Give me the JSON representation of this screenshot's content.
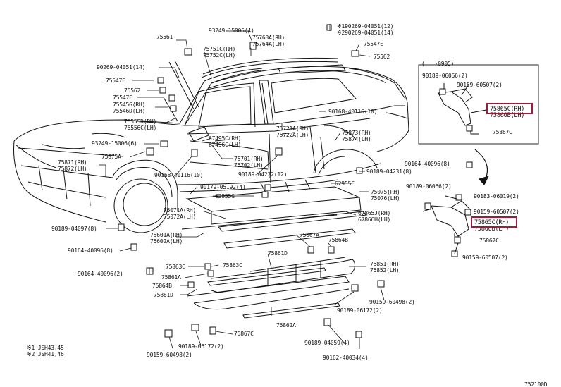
{
  "diagram": {
    "highlight_color": "#9b1b3a",
    "labels": [
      {
        "id": "l1",
        "text": "75561"
      },
      {
        "id": "l2",
        "text": "93249-15006(4)"
      },
      {
        "id": "l3",
        "text": "75763A(RH)\n75764A(LH)"
      },
      {
        "id": "l4",
        "text": "※190269-04051(12)\n※290269-04051(14)"
      },
      {
        "id": "l5",
        "text": "75547E"
      },
      {
        "id": "l6",
        "text": "75562"
      },
      {
        "id": "l7",
        "text": "75751C(RH)\n75752C(LH)"
      },
      {
        "id": "l8",
        "text": "90269-04051(14)"
      },
      {
        "id": "l9",
        "text": "75547E"
      },
      {
        "id": "l10",
        "text": "75562"
      },
      {
        "id": "l11",
        "text": "75547E"
      },
      {
        "id": "l12",
        "text": "75545G(RH)\n75546D(LH)"
      },
      {
        "id": "l13",
        "text": "75555D(RH)\n75556C(LH)"
      },
      {
        "id": "l14",
        "text": "90168-40116(10)"
      },
      {
        "id": "l15",
        "text": "75721A(RH)\n75722A(LH)"
      },
      {
        "id": "l16",
        "text": "75873(RH)\n75874(LH)"
      },
      {
        "id": "l17",
        "text": "93249-15006(6)"
      },
      {
        "id": "l18",
        "text": "67495C(RH)\n67496C(LH)"
      },
      {
        "id": "l19",
        "text": "75875A"
      },
      {
        "id": "l20",
        "text": "75701(RH)\n75702(LH)"
      },
      {
        "id": "l21",
        "text": "75871(RH)\n75872(LH)"
      },
      {
        "id": "l22",
        "text": "90168-40116(10)"
      },
      {
        "id": "l23",
        "text": "90189-04222(12)"
      },
      {
        "id": "l24",
        "text": "90189-04231(8)"
      },
      {
        "id": "l25",
        "text": "90179-05192(4)"
      },
      {
        "id": "l26",
        "text": "62955G"
      },
      {
        "id": "l27",
        "text": "62955F"
      },
      {
        "id": "l28",
        "text": "75075(RH)\n75076(LH)"
      },
      {
        "id": "l29",
        "text": "75071A(RH)\n75072A(LH)"
      },
      {
        "id": "l30",
        "text": "67865J(RH)\n67866H(LH)"
      },
      {
        "id": "l31",
        "text": "90189-04097(8)"
      },
      {
        "id": "l32",
        "text": "75601A(RH)\n75602A(LH)"
      },
      {
        "id": "l33",
        "text": "75867A"
      },
      {
        "id": "l34",
        "text": "75864B"
      },
      {
        "id": "l35",
        "text": "90164-40096(8)"
      },
      {
        "id": "l36",
        "text": "75861D"
      },
      {
        "id": "l37",
        "text": "75851(RH)\n75852(LH)"
      },
      {
        "id": "l38",
        "text": "90164-40096(2)"
      },
      {
        "id": "l39",
        "text": "75863C"
      },
      {
        "id": "l40",
        "text": "75863C"
      },
      {
        "id": "l41",
        "text": "75861A"
      },
      {
        "id": "l42",
        "text": "75864B"
      },
      {
        "id": "l43",
        "text": "75861D"
      },
      {
        "id": "l44",
        "text": "90159-60498(2)"
      },
      {
        "id": "l45",
        "text": "90189-06172(2)"
      },
      {
        "id": "l46",
        "text": "75862A"
      },
      {
        "id": "l47",
        "text": "75867C"
      },
      {
        "id": "l48",
        "text": "90189-06172(2)"
      },
      {
        "id": "l49",
        "text": "90159-60498(2)"
      },
      {
        "id": "l50",
        "text": "90189-04059(4)"
      },
      {
        "id": "l51",
        "text": "90162-40034(4)"
      },
      {
        "id": "l52",
        "text": "※1 JSH43,45\n※2 JSH41,46"
      },
      {
        "id": "l53",
        "text": "752100D"
      },
      {
        "id": "l54",
        "text": "(   -0905)"
      },
      {
        "id": "l55",
        "text": "90189-06066(2)"
      },
      {
        "id": "l56",
        "text": "90159-60507(2)"
      },
      {
        "id": "l57",
        "text": "75865C(RH)\n75866B(LH)"
      },
      {
        "id": "l58",
        "text": "75867C"
      },
      {
        "id": "l59",
        "text": "90164-40096(8)"
      },
      {
        "id": "l60",
        "text": "90189-06066(2)"
      },
      {
        "id": "l61",
        "text": "90183-06019(2)"
      },
      {
        "id": "l62",
        "text": "90159-60507(2)"
      },
      {
        "id": "l63",
        "text": "75865C(RH)\n75866B(LH)"
      },
      {
        "id": "l64",
        "text": "75867C"
      },
      {
        "id": "l65",
        "text": "90159-60507(2)"
      }
    ]
  }
}
